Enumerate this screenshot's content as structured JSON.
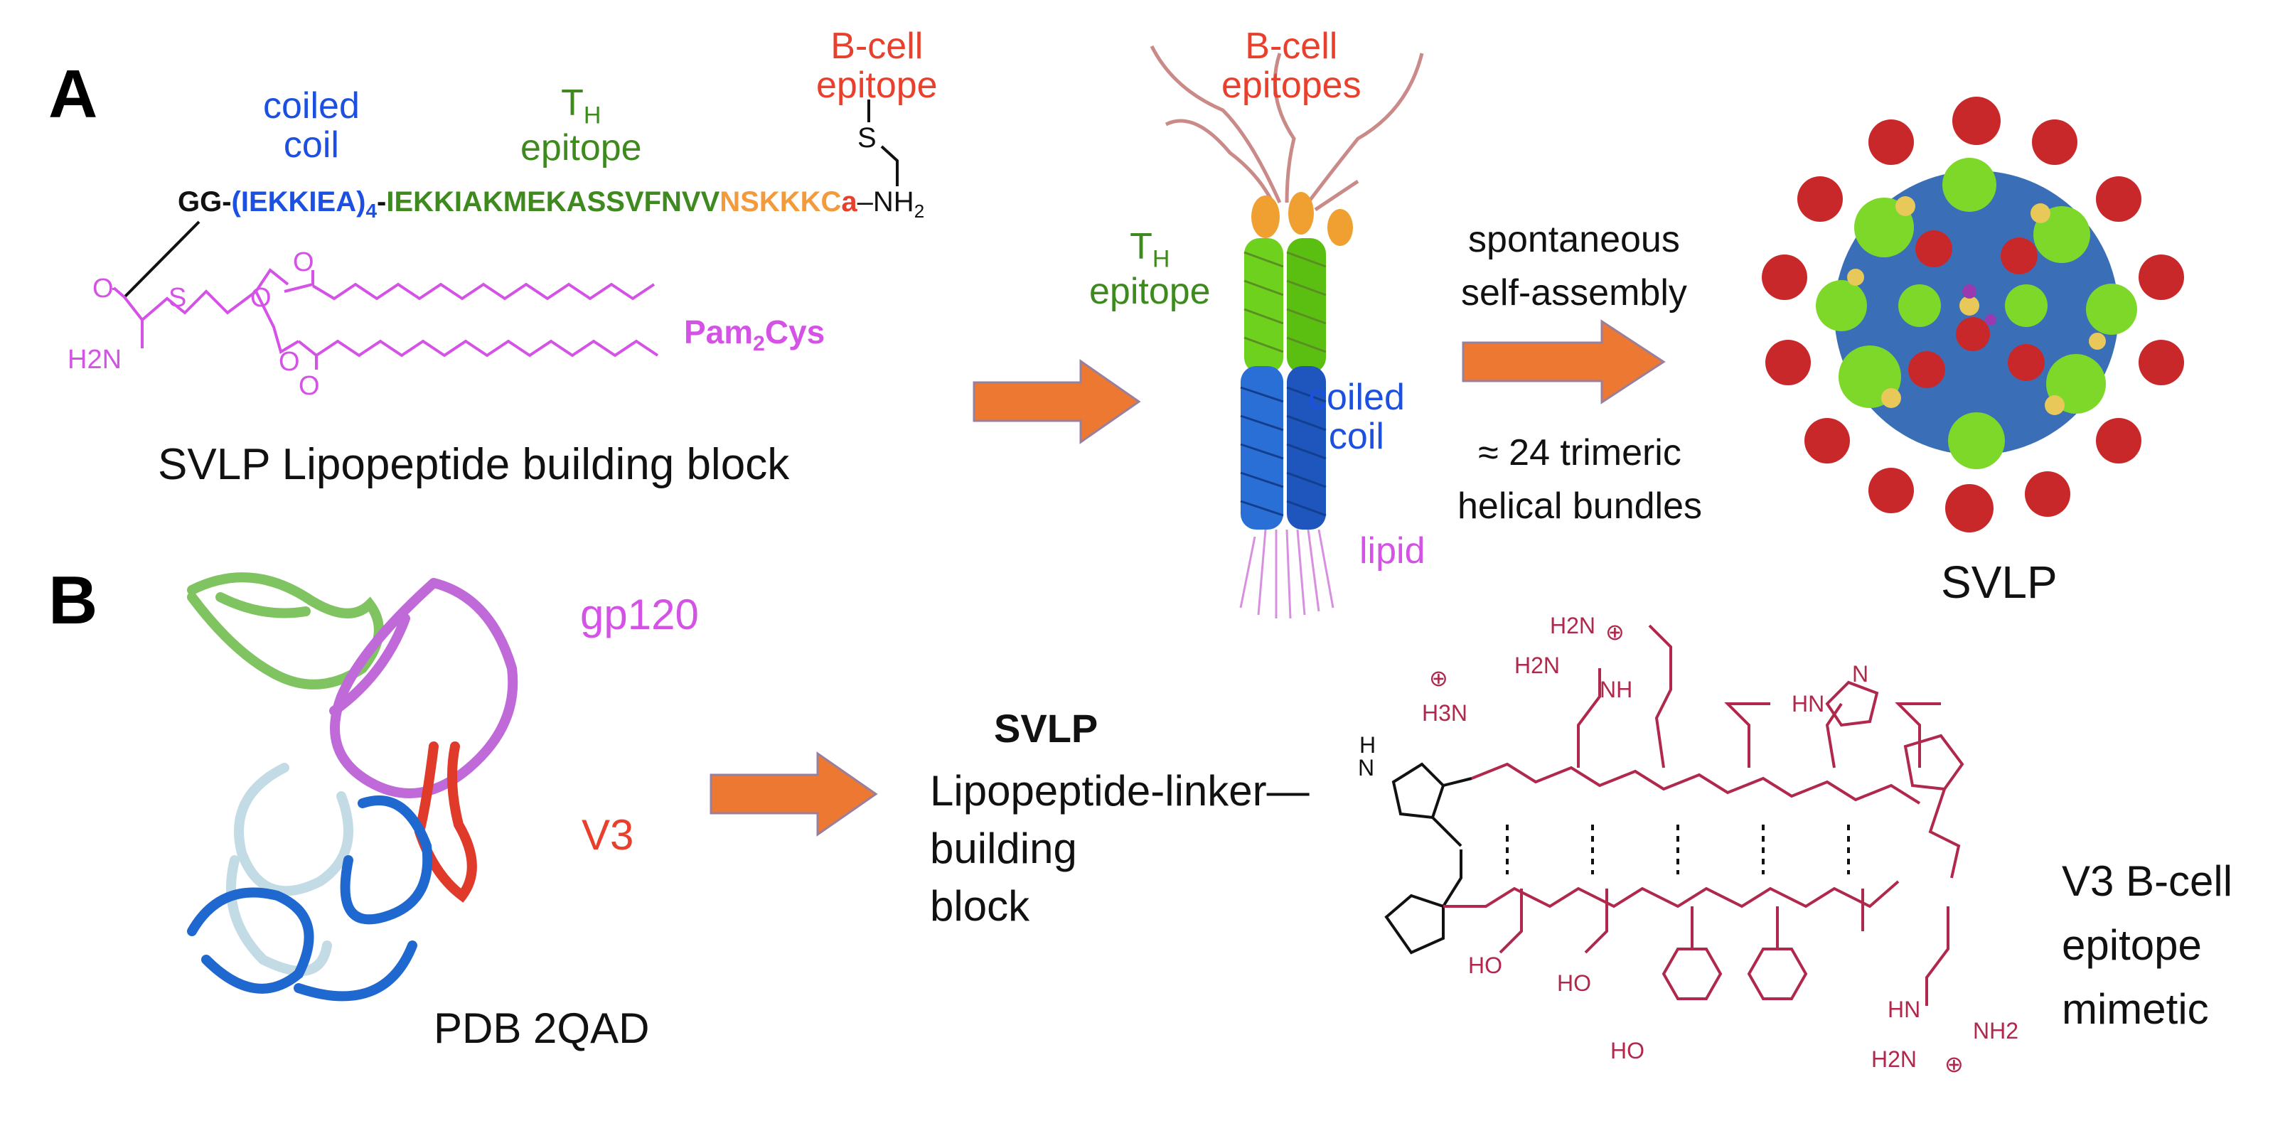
{
  "panelA": {
    "letter": "A",
    "coiled_coil_label": [
      "coiled",
      "coil"
    ],
    "th_label": {
      "t": "T",
      "h": "H",
      "epitope": "epitope"
    },
    "bcell_label": [
      "B-cell",
      "epitope"
    ],
    "sequence": {
      "prefix": "GG-",
      "coiled": "(IEKKIEA)",
      "coiled_sub": "4",
      "dash": "-",
      "th": "IEKKIAKMEKASSVFNVV",
      "b": "NSKKKC",
      "a": "a",
      "suffix": "–NH",
      "nh_sub": "2"
    },
    "thiol": "S",
    "chem": {
      "o1": "O",
      "h2n": "H2N",
      "s": "S",
      "o2": "O",
      "o3": "O",
      "o4": "O",
      "o5": "O"
    },
    "pam": {
      "main": "Pam",
      "sub": "2",
      "tail": "Cys"
    },
    "caption": "SVLP Lipopeptide building block",
    "trimer": {
      "bcell": [
        "B-cell",
        "epitopes"
      ],
      "th": {
        "t": "T",
        "h": "H",
        "epitope": "epitope"
      },
      "coiled": [
        "coiled",
        "coil"
      ],
      "lipid": "lipid"
    },
    "assembly_text": [
      "spontaneous",
      "self-assembly"
    ],
    "bundles_text": [
      "≈ 24 trimeric",
      "helical bundles"
    ],
    "svlp": "SVLP"
  },
  "panelB": {
    "letter": "B",
    "gp120": "gp120",
    "v3": "V3",
    "pdb": "PDB 2QAD",
    "svlp_bold": "SVLP",
    "linker_lines": [
      "Lipopeptide-linker—",
      "building",
      "block"
    ],
    "mimetic_lines": [
      "V3 B-cell",
      "epitope",
      "mimetic"
    ],
    "chem_labels": {
      "h2n_top": "H2N",
      "plus1": "⊕",
      "h2n_2": "H2N",
      "nh": "NH",
      "h3n": "H3N",
      "plus2": "⊕",
      "hn_ring": "HN",
      "n_ring": "N",
      "n_link": "N",
      "h_link": "H",
      "ho1": "HO",
      "ho2": "HO",
      "ho3": "HO",
      "hn_bot": "HN",
      "nh2_bot": "NH2",
      "h2n_bot": "H2N",
      "plus3": "⊕"
    }
  },
  "colors": {
    "blue": "#1c50e0",
    "green": "#3e8a1f",
    "red": "#e8402c",
    "magenta": "#d452e6",
    "orange": "#f39a3b",
    "arrow": "#ec7832",
    "v3_chem": "#b0284c"
  }
}
